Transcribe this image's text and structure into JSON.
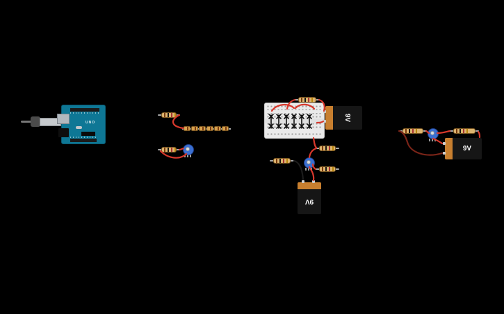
{
  "canvas": {
    "background_color": "#000000"
  },
  "arduino": {
    "label": "UNO"
  },
  "batteries": [
    {
      "label": "9V"
    },
    {
      "label": "9V"
    },
    {
      "label": "9V"
    }
  ],
  "inventory": {
    "arduino_uno": 1,
    "usb_cable": 1,
    "breadboard_mini": 1,
    "resistor": 8,
    "series_resistor_small": 6,
    "potentiometer": 3,
    "diode_on_breadboard": 6,
    "battery_9v": 3,
    "wire_red": 16,
    "wire_black": 1,
    "wire_dark_red": 1
  },
  "colors": {
    "wire_red": "#d8382c",
    "wire_black": "#1c1c1c",
    "wire_dark_red": "#7a2418",
    "resistor_body": "#dcb46f",
    "battery_body": "#161616",
    "battery_cap": "#c87f2f",
    "potentiometer_body": "#3b6fd1",
    "breadboard": "#eaeaea",
    "arduino_board": "#0e7795"
  }
}
